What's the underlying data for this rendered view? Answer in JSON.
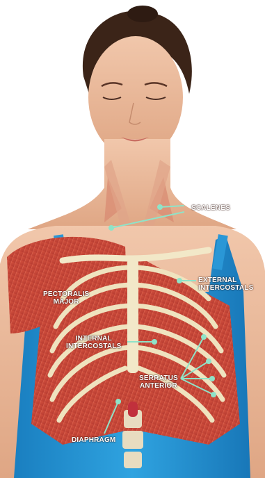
{
  "labels": {
    "scalenes": "SCALENES",
    "external_intercostals": [
      "EXTERNAL",
      "INTERCOSTALS"
    ],
    "pectoralis_major": [
      "PECTORALIS",
      "MAJOR"
    ],
    "internal_intercostals": [
      "INTERNAL",
      "INTERCOSTALS"
    ],
    "serratus_anterior": [
      "SERRATUS",
      "ANTERIOR"
    ],
    "diaphragm": "DIAPHRAGM"
  },
  "colors": {
    "leader_line": "#8fe3c8",
    "label_text": "#ffffff",
    "tank_top": "#1f8fd0",
    "skin": "#e9b99c",
    "muscle": "#c9453a",
    "bone": "#efe3bf"
  }
}
